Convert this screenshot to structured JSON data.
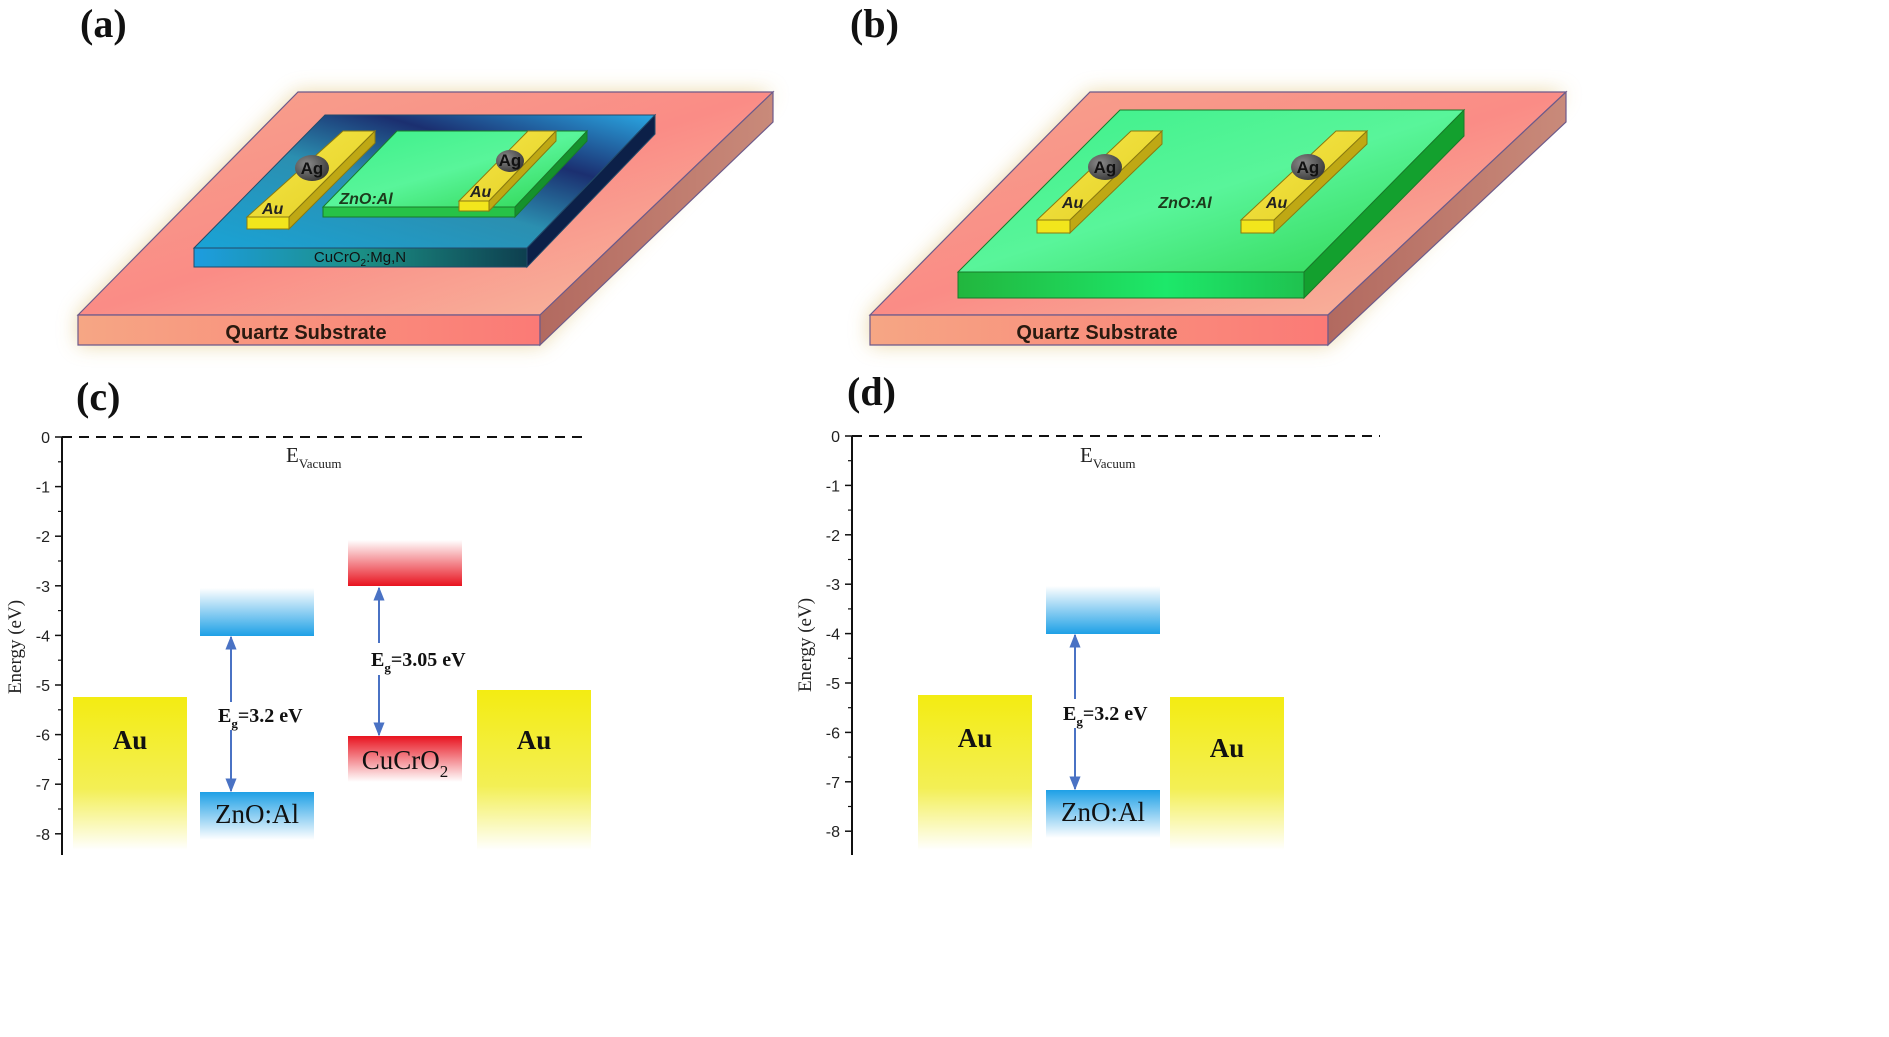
{
  "panels": {
    "a": {
      "label": "(a)",
      "substrate": "Quartz Substrate",
      "film_main": "CuCrO",
      "film_sub": "2",
      "film_rest": ":Mg,N",
      "electrode": "Au",
      "contact": "Ag",
      "top_film": "ZnO:Al"
    },
    "b": {
      "label": "(b)",
      "substrate": "Quartz Substrate",
      "electrode": "Au",
      "contact": "Ag",
      "film": "ZnO:Al"
    },
    "c": {
      "label": "(c)",
      "y_label": "Energy (eV)",
      "vacuum_main": "E",
      "vacuum_sub": "Vacuum",
      "eg1_main": "E",
      "eg1_sub": "g",
      "eg1_value": "=3.2 eV",
      "eg2_main": "E",
      "eg2_sub": "g",
      "eg2_value": "=3.05 eV",
      "au_left": "Au",
      "au_right": "Au",
      "zno": "ZnO:Al",
      "cucro_main": "CuCrO",
      "cucro_sub": "2"
    },
    "d": {
      "label": "(d)",
      "y_label": "Energy (eV)",
      "vacuum_main": "E",
      "vacuum_sub": "Vacuum",
      "eg_main": "E",
      "eg_sub": "g",
      "eg_value": "=3.2 eV",
      "au_left": "Au",
      "au_right": "Au",
      "zno": "ZnO:Al"
    }
  },
  "y_ticks": [
    "0",
    "-1",
    "-2",
    "-3",
    "-4",
    "-5",
    "-6",
    "-7",
    "-8"
  ],
  "chart_data": [
    {
      "type": "diagram",
      "panel": "c",
      "ylabel": "Energy (eV)",
      "ylim": [
        -8.5,
        0
      ],
      "vacuum_level": 0,
      "levels": [
        {
          "material": "Au",
          "top": -5.2
        },
        {
          "material": "ZnO:Al",
          "conduction_band": -4.0,
          "valence_band": -7.2,
          "band_gap": 3.2
        },
        {
          "material": "CuCrO2",
          "conduction_band": -3.0,
          "valence_band": -6.05,
          "band_gap": 3.05
        },
        {
          "material": "Au",
          "top": -5.1
        }
      ]
    },
    {
      "type": "diagram",
      "panel": "d",
      "ylabel": "Energy (eV)",
      "ylim": [
        -8.5,
        0
      ],
      "vacuum_level": 0,
      "levels": [
        {
          "material": "Au",
          "top": -5.2
        },
        {
          "material": "ZnO:Al",
          "conduction_band": -4.0,
          "valence_band": -7.2,
          "band_gap": 3.2
        },
        {
          "material": "Au",
          "top": -5.3
        }
      ]
    }
  ],
  "colors": {
    "substrate": "#f7a08a",
    "cucro_film": "#1c8fd0",
    "zno_film": "#2fdc55",
    "gold": "#f2e61c",
    "band_blue": "#2aa7e8",
    "band_red": "#ea1b25",
    "arrow": "#4a72c4"
  }
}
